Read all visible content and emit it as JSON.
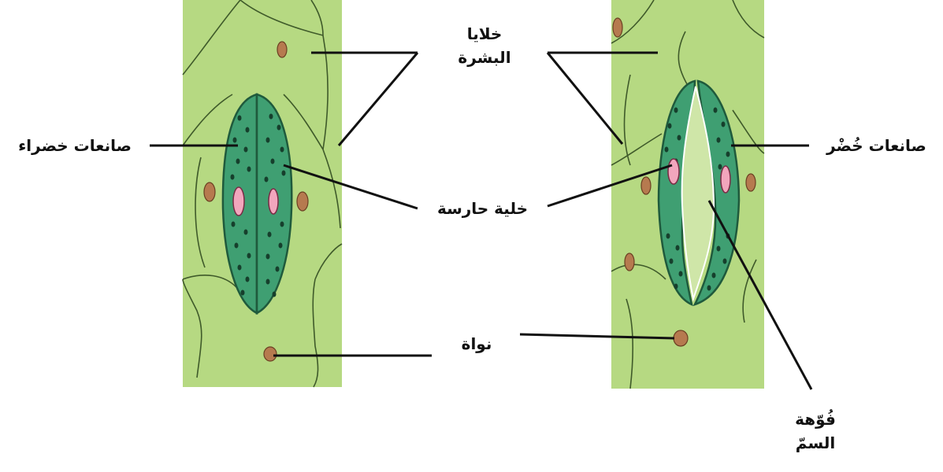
{
  "labels": {
    "epidermis_line1": "خلايا",
    "epidermis_line2": "البشرة",
    "chloroplasts_left": "صانعات خضراء",
    "chloroplasts_right": "صانعات خُضْر",
    "guard_cell": "خلية حارسة",
    "nucleus": "نواة",
    "stoma_line1": "فُوّهة",
    "stoma_line2": "السمّ"
  },
  "colors": {
    "background": "#ffffff",
    "epidermis_fill": "#b6d982",
    "cell_outline": "#3f5a2a",
    "guard_cell_fill": "#3f9f72",
    "guard_cell_outline": "#1f5a3c",
    "chloroplast_dot": "#163f2c",
    "guard_nucleus": "#f2a6bd",
    "epidermal_nucleus": "#b67a4f",
    "leader_line": "#111111"
  }
}
